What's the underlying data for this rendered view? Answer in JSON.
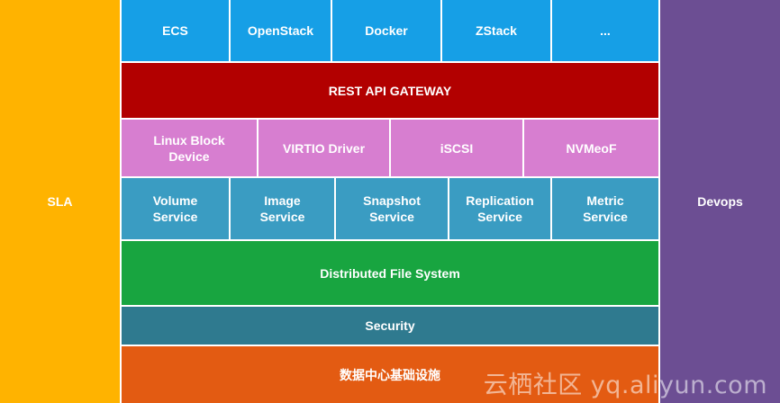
{
  "left_band": "SLA",
  "right_band": "Devops",
  "platforms": [
    "ECS",
    "OpenStack",
    "Docker",
    "ZStack",
    "..."
  ],
  "gateway": "REST API GATEWAY",
  "drivers": [
    "Linux Block\nDevice",
    "VIRTIO Driver",
    "iSCSI",
    "NVMeoF"
  ],
  "services": [
    "Volume\nService",
    "Image\nService",
    "Snapshot\nService",
    "Replication\nService",
    "Metric\nService"
  ],
  "file_system": "Distributed File System",
  "security": "Security",
  "infrastructure": "数据中心基础设施",
  "watermark": "云栖社区 yq.aliyun.com",
  "colors": {
    "sla": "#ffb300",
    "devops": "#6c4e93",
    "platforms": "#169fe6",
    "gateway": "#b20000",
    "drivers": "#d77ed0",
    "services": "#3a9cc2",
    "file_system": "#18a540",
    "security": "#2f7a8f",
    "infrastructure": "#e35b12"
  }
}
